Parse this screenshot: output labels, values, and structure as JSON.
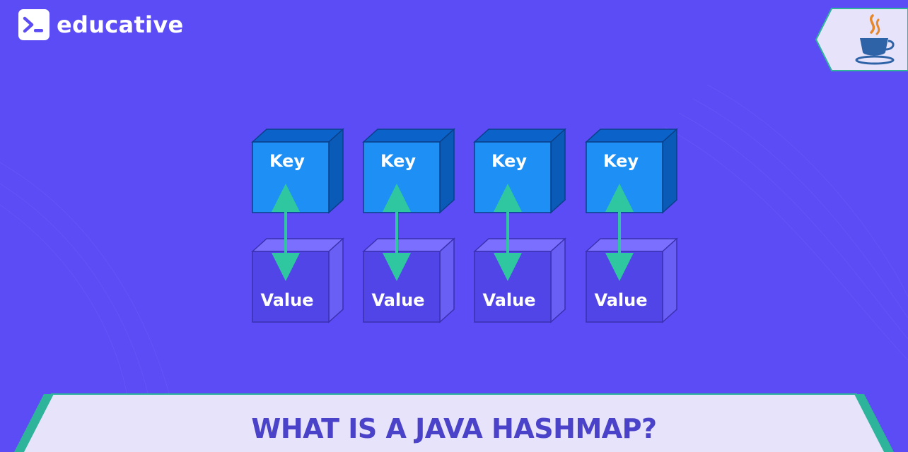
{
  "brand": {
    "name": "educative",
    "logo_icon": "terminal-prompt-icon"
  },
  "badge": {
    "icon": "java-coffee-cup-icon"
  },
  "diagram": {
    "pairs": [
      {
        "key_label": "Key",
        "value_label": "Value"
      },
      {
        "key_label": "Key",
        "value_label": "Value"
      },
      {
        "key_label": "Key",
        "value_label": "Value"
      },
      {
        "key_label": "Key",
        "value_label": "Value"
      }
    ],
    "connector_icon": "double-headed-arrow-icon"
  },
  "title": "WHAT IS A JAVA HASHMAP?",
  "colors": {
    "background": "#5B4CF5",
    "key_front": "#1E90F5",
    "key_top": "#0B62C9",
    "key_side": "#0A5AB8",
    "value_front": "#5145E8",
    "value_top": "#7A6FFF",
    "value_side": "#6A5FF5",
    "arrow": "#2EC7A0",
    "banner": "#E6E3FA",
    "banner_edge": "#2EB49A",
    "title_text": "#4A42C8"
  }
}
